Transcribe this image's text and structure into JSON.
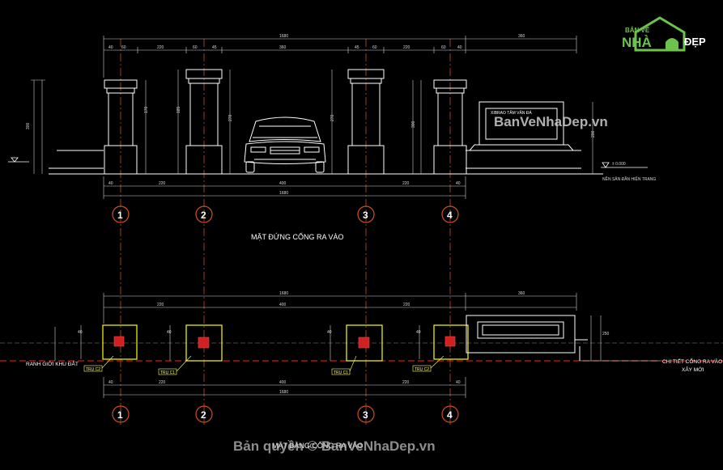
{
  "drawing": {
    "elevation_title": "MẶT ĐỨNG CỔNG RA VÀO",
    "plan_title": "MẶT BẰNG CỔNG RA VÀO",
    "axis_labels": [
      "1",
      "2",
      "3",
      "4"
    ],
    "sign_text": "XIBRAO TÂM VĂN ĐÁ",
    "ground_level_label": "NỀN SÂN ĐẦN HIỆN TRẠNG",
    "ground_level_value": "± 0.000",
    "boundary_label": "RANH GIỚI KHU ĐẤT",
    "detail_label_line1": "CHI TIẾT CỔNG RA VÀO",
    "detail_label_line2": "XÂY MỚI",
    "column_tags": [
      "TRỤ C2",
      "TRỤ C1",
      "TRỤ C1",
      "TRỤ C2"
    ]
  },
  "branding": {
    "logo_line1": "BẢN VẼ",
    "logo_nha": "NHÀ",
    "logo_dep": "ĐẸP",
    "watermark_main": "BanVeNhaDep.vn",
    "watermark_bottom": "Bản quyền © BanVeNhaDep.vn"
  },
  "colors": {
    "background": "#000000",
    "lines": "#ffffff",
    "dimension": "#d0d0d0",
    "axis": "#d05020",
    "column_fill": "#ffff00",
    "core": "#ff2020",
    "boundary": "#ff2020",
    "logo_green": "#6cc24a"
  }
}
